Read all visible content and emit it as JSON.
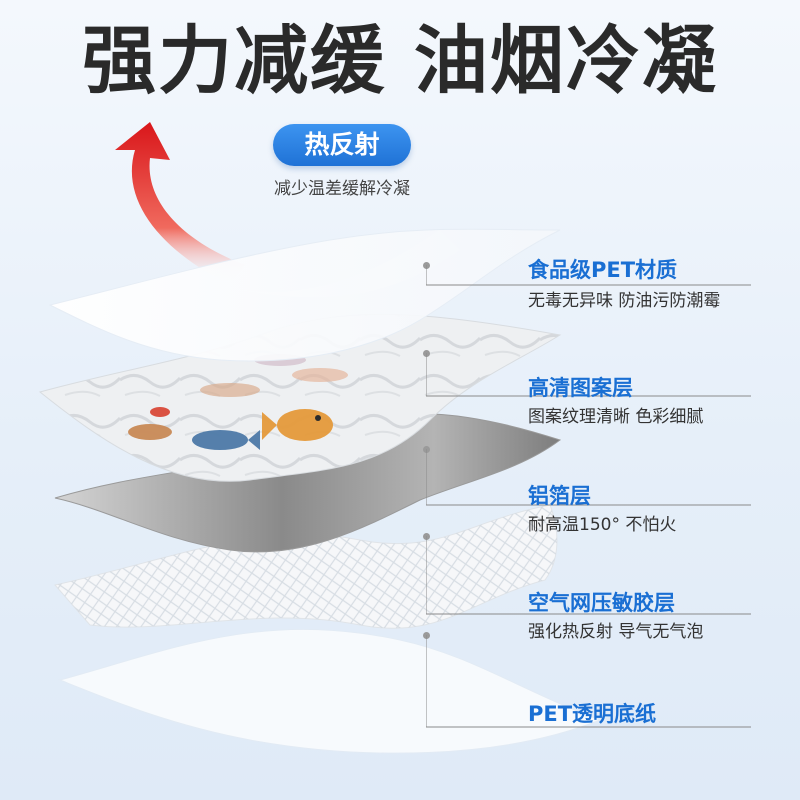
{
  "headline": "强力减缓 油烟冷凝",
  "badge": {
    "label": "热反射",
    "subtitle": "减少温差缓解冷凝"
  },
  "layers": [
    {
      "title": "食品级PET材质",
      "desc": "无毒无异味 防油污防潮霉"
    },
    {
      "title": "高清图案层",
      "desc": "图案纹理清晰 色彩细腻"
    },
    {
      "title": "铝箔层",
      "desc": "耐高温150° 不怕火"
    },
    {
      "title": "空气网压敏胶层",
      "desc": "强化热反射 导气无气泡"
    },
    {
      "title": "PET透明底纸",
      "desc": ""
    }
  ],
  "colors": {
    "accent_blue": "#1a6fd3",
    "arrow_red": "#e0241e",
    "title_text": "#2a2a2a"
  }
}
